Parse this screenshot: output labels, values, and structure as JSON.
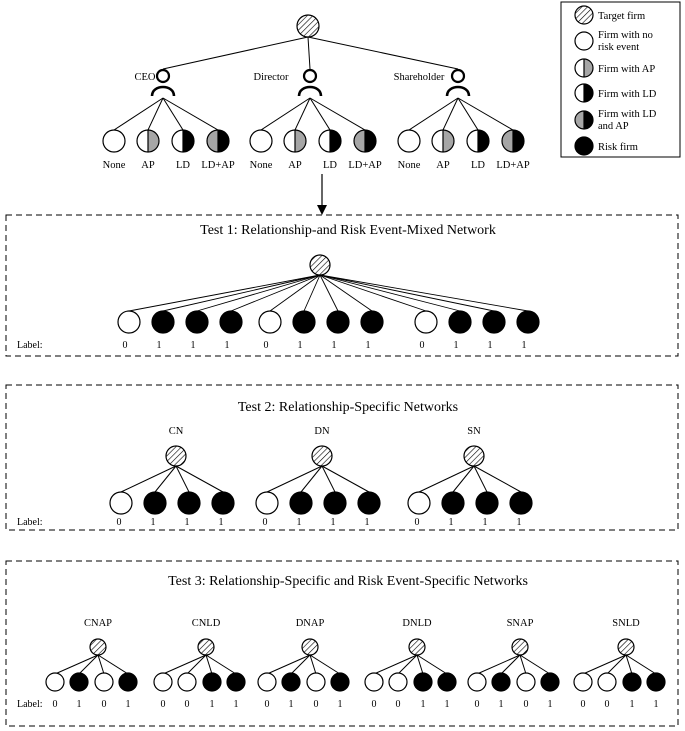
{
  "colors": {
    "black": "#000000",
    "gray": "#a6a6a6",
    "white": "#ffffff"
  },
  "top_tree": {
    "relationships": [
      "CEO",
      "Director",
      "Shareholder"
    ],
    "node_labels": [
      "None",
      "AP",
      "LD",
      "LD+AP"
    ]
  },
  "legend": {
    "items": [
      {
        "type": "target",
        "text": [
          "Target firm"
        ]
      },
      {
        "type": "none",
        "text": [
          "Firm with no",
          "risk event"
        ]
      },
      {
        "type": "ap",
        "text": [
          "Firm with AP"
        ]
      },
      {
        "type": "ld",
        "text": [
          "Firm with LD"
        ]
      },
      {
        "type": "ldap",
        "text": [
          "Firm with LD",
          "and AP"
        ]
      },
      {
        "type": "risk",
        "text": [
          "Risk firm"
        ]
      }
    ]
  },
  "test1": {
    "title": "Test 1: Relationship-and Risk Event-Mixed Network",
    "label_text": "Label:",
    "nodes": [
      "white",
      "black",
      "black",
      "black",
      "white",
      "black",
      "black",
      "black",
      "white",
      "black",
      "black",
      "black"
    ],
    "labels": [
      "0",
      "1",
      "1",
      "1",
      "0",
      "1",
      "1",
      "1",
      "0",
      "1",
      "1",
      "1"
    ]
  },
  "test2": {
    "title": "Test 2: Relationship-Specific Networks",
    "label_text": "Label:",
    "groups": [
      {
        "name": "CN",
        "nodes": [
          "white",
          "black",
          "black",
          "black"
        ],
        "labels": [
          "0",
          "1",
          "1",
          "1"
        ]
      },
      {
        "name": "DN",
        "nodes": [
          "white",
          "black",
          "black",
          "black"
        ],
        "labels": [
          "0",
          "1",
          "1",
          "1"
        ]
      },
      {
        "name": "SN",
        "nodes": [
          "white",
          "black",
          "black",
          "black"
        ],
        "labels": [
          "0",
          "1",
          "1",
          "1"
        ]
      }
    ]
  },
  "test3": {
    "title": "Test 3: Relationship-Specific and Risk Event-Specific Networks",
    "label_text": "Label:",
    "groups": [
      {
        "name": "CNAP",
        "nodes": [
          "white",
          "black",
          "white",
          "black"
        ],
        "labels": [
          "0",
          "1",
          "0",
          "1"
        ]
      },
      {
        "name": "CNLD",
        "nodes": [
          "white",
          "white",
          "black",
          "black"
        ],
        "labels": [
          "0",
          "0",
          "1",
          "1"
        ]
      },
      {
        "name": "DNAP",
        "nodes": [
          "white",
          "black",
          "white",
          "black"
        ],
        "labels": [
          "0",
          "1",
          "0",
          "1"
        ]
      },
      {
        "name": "DNLD",
        "nodes": [
          "white",
          "white",
          "black",
          "black"
        ],
        "labels": [
          "0",
          "0",
          "1",
          "1"
        ]
      },
      {
        "name": "SNAP",
        "nodes": [
          "white",
          "black",
          "white",
          "black"
        ],
        "labels": [
          "0",
          "1",
          "0",
          "1"
        ]
      },
      {
        "name": "SNLD",
        "nodes": [
          "white",
          "white",
          "black",
          "black"
        ],
        "labels": [
          "0",
          "0",
          "1",
          "1"
        ]
      }
    ]
  }
}
